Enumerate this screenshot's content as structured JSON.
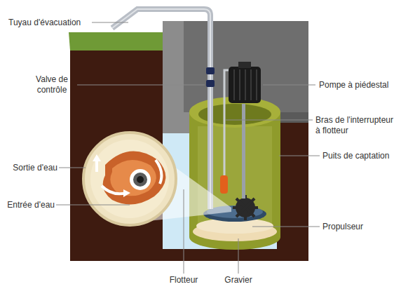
{
  "diagram": {
    "labels": [
      "Tuyau d'évacuation",
      "Valve de contrôle",
      "Pompe à piédestal",
      "Bras de l'interrupteur à flotteur",
      "Puits de captation",
      "Sortie d'eau",
      "Entrée d'eau",
      "Propulseur",
      "Flotteur",
      "Gravier"
    ]
  }
}
